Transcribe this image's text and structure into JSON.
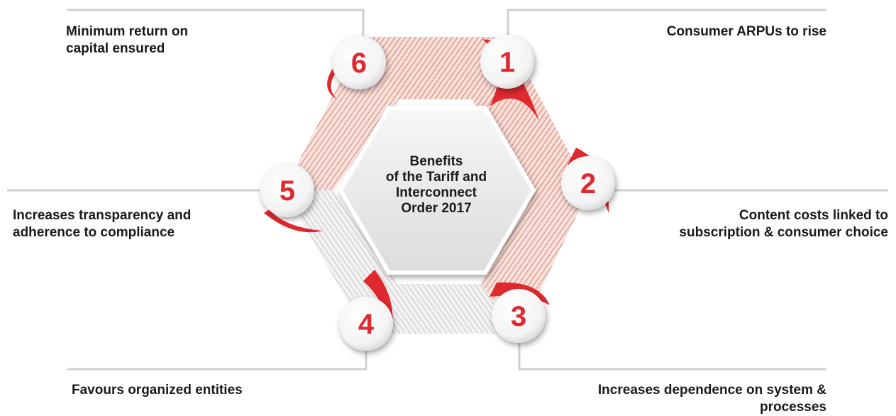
{
  "center": {
    "lines": [
      "Benefits",
      "of the Tariff and",
      "Interconnect",
      "Order 2017"
    ]
  },
  "benefits": [
    {
      "number": "1",
      "lines": [
        "Consumer ARPUs to rise"
      ]
    },
    {
      "number": "2",
      "lines": [
        "Content costs linked to",
        "subscription & consumer choice"
      ]
    },
    {
      "number": "3",
      "lines": [
        "Increases dependence on system &",
        "processes"
      ]
    },
    {
      "number": "4",
      "lines": [
        "Favours organized entities"
      ]
    },
    {
      "number": "5",
      "lines": [
        "Increases transparency and",
        "adherence to compliance"
      ]
    },
    {
      "number": "6",
      "lines": [
        "Minimum return on",
        "capital ensured"
      ]
    }
  ],
  "colors": {
    "accent": "#e0292e",
    "accent_dark": "#b5272b",
    "stripe_red": "#c9432f",
    "stripe_grey": "#b9b9b9",
    "line_grey": "#d0d0d0",
    "center_fill": "#e9e9e9"
  }
}
